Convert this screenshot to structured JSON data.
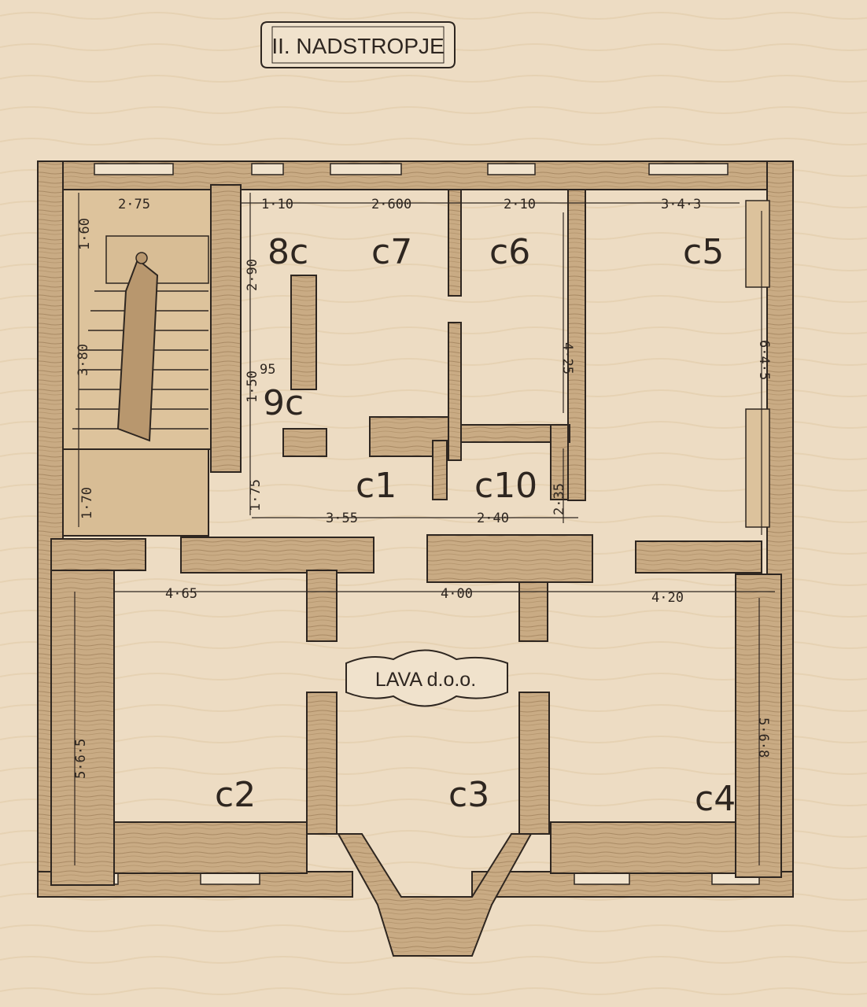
{
  "floor_title": "II. NADSTROPJE",
  "company_label": "LAVA d.o.o.",
  "rooms": {
    "c1": "c1",
    "c2": "c2",
    "c3": "c3",
    "c4": "c4",
    "c5": "c5",
    "c6": "c6",
    "c7": "c7",
    "c8": "8c",
    "c9": "9c",
    "c10": "c10"
  },
  "dimensions": {
    "stair_width": "2·75",
    "stair_top": "1·60",
    "stair_run": "3·80",
    "stair_bottom": "1·70",
    "c8_width": "1·10",
    "c7_width": "2·600",
    "c6_width": "2·10",
    "c5_width": "3·4·3",
    "c8_height": "2·90",
    "door_gap": "95",
    "c9_height": "1·50",
    "c1_left_height": "1·75",
    "c6_height": "4·25",
    "c5_height": "6·4·5",
    "c1_width": "3·55",
    "c10_width": "2·40",
    "c10_height": "2·35",
    "c2_width": "4·65",
    "c3_width": "4·00",
    "c4_width": "4·20",
    "c2_height": "5·6·5",
    "c4_height": "5·6·8"
  },
  "colors": {
    "paper": "#eddcc3",
    "ink": "#2e2620",
    "wall": "#c9ab84",
    "wall_dark": "#a98a64"
  }
}
